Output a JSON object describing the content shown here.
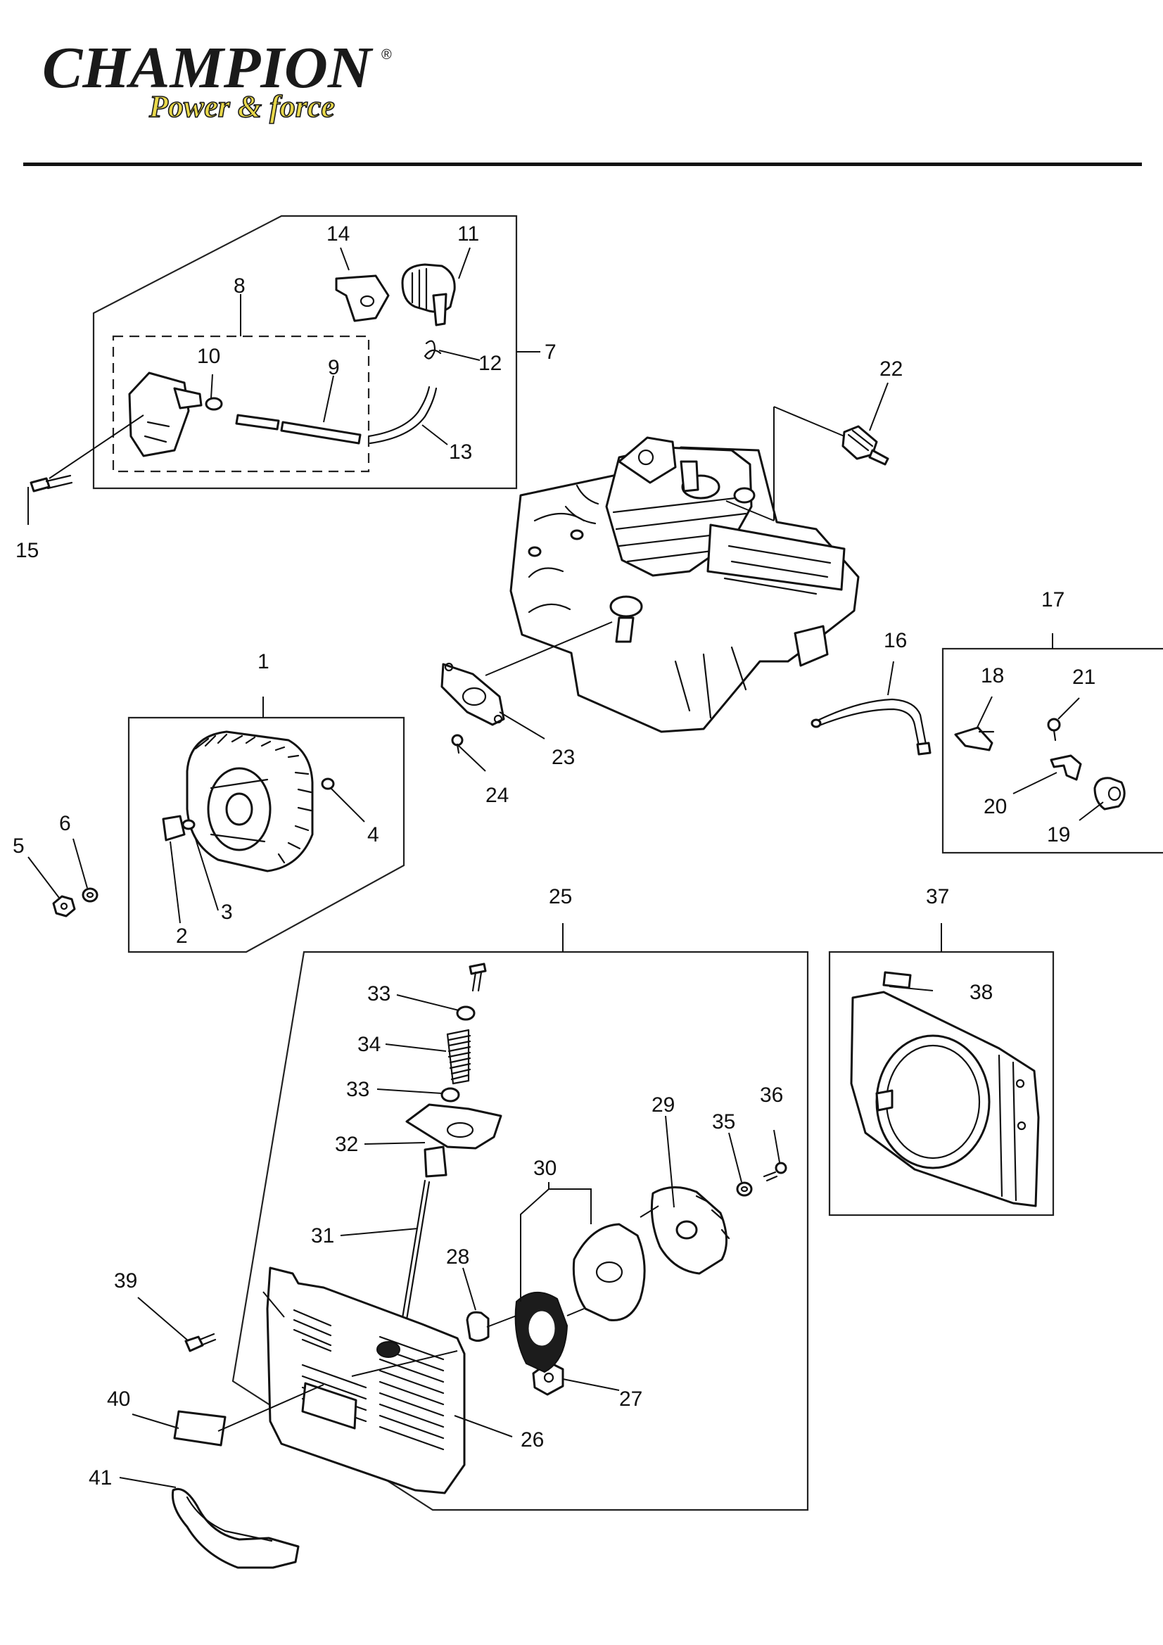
{
  "brand": {
    "name": "CHAMPION",
    "registered_mark": "®",
    "tagline": "Power & force"
  },
  "colors": {
    "logo_text": "#1a1a1a",
    "tagline_fill": "#e8d84a",
    "rule": "#111111"
  },
  "callouts": {
    "c1": "1",
    "c2": "2",
    "c3": "3",
    "c4": "4",
    "c5": "5",
    "c6": "6",
    "c7": "7",
    "c8": "8",
    "c9": "9",
    "c10": "10",
    "c11": "11",
    "c12": "12",
    "c13": "13",
    "c14": "14",
    "c15": "15",
    "c16": "16",
    "c17": "17",
    "c18": "18",
    "c19": "19",
    "c20": "20",
    "c21": "21",
    "c22": "22",
    "c23": "23",
    "c24": "24",
    "c25": "25",
    "c26": "26",
    "c27": "27",
    "c28": "28",
    "c29": "29",
    "c30": "30",
    "c31": "31",
    "c32": "32",
    "c33a": "33",
    "c33b": "33",
    "c34": "34",
    "c35": "35",
    "c36": "36",
    "c37": "37",
    "c38": "38",
    "c39": "39",
    "c40": "40",
    "c41": "41"
  }
}
